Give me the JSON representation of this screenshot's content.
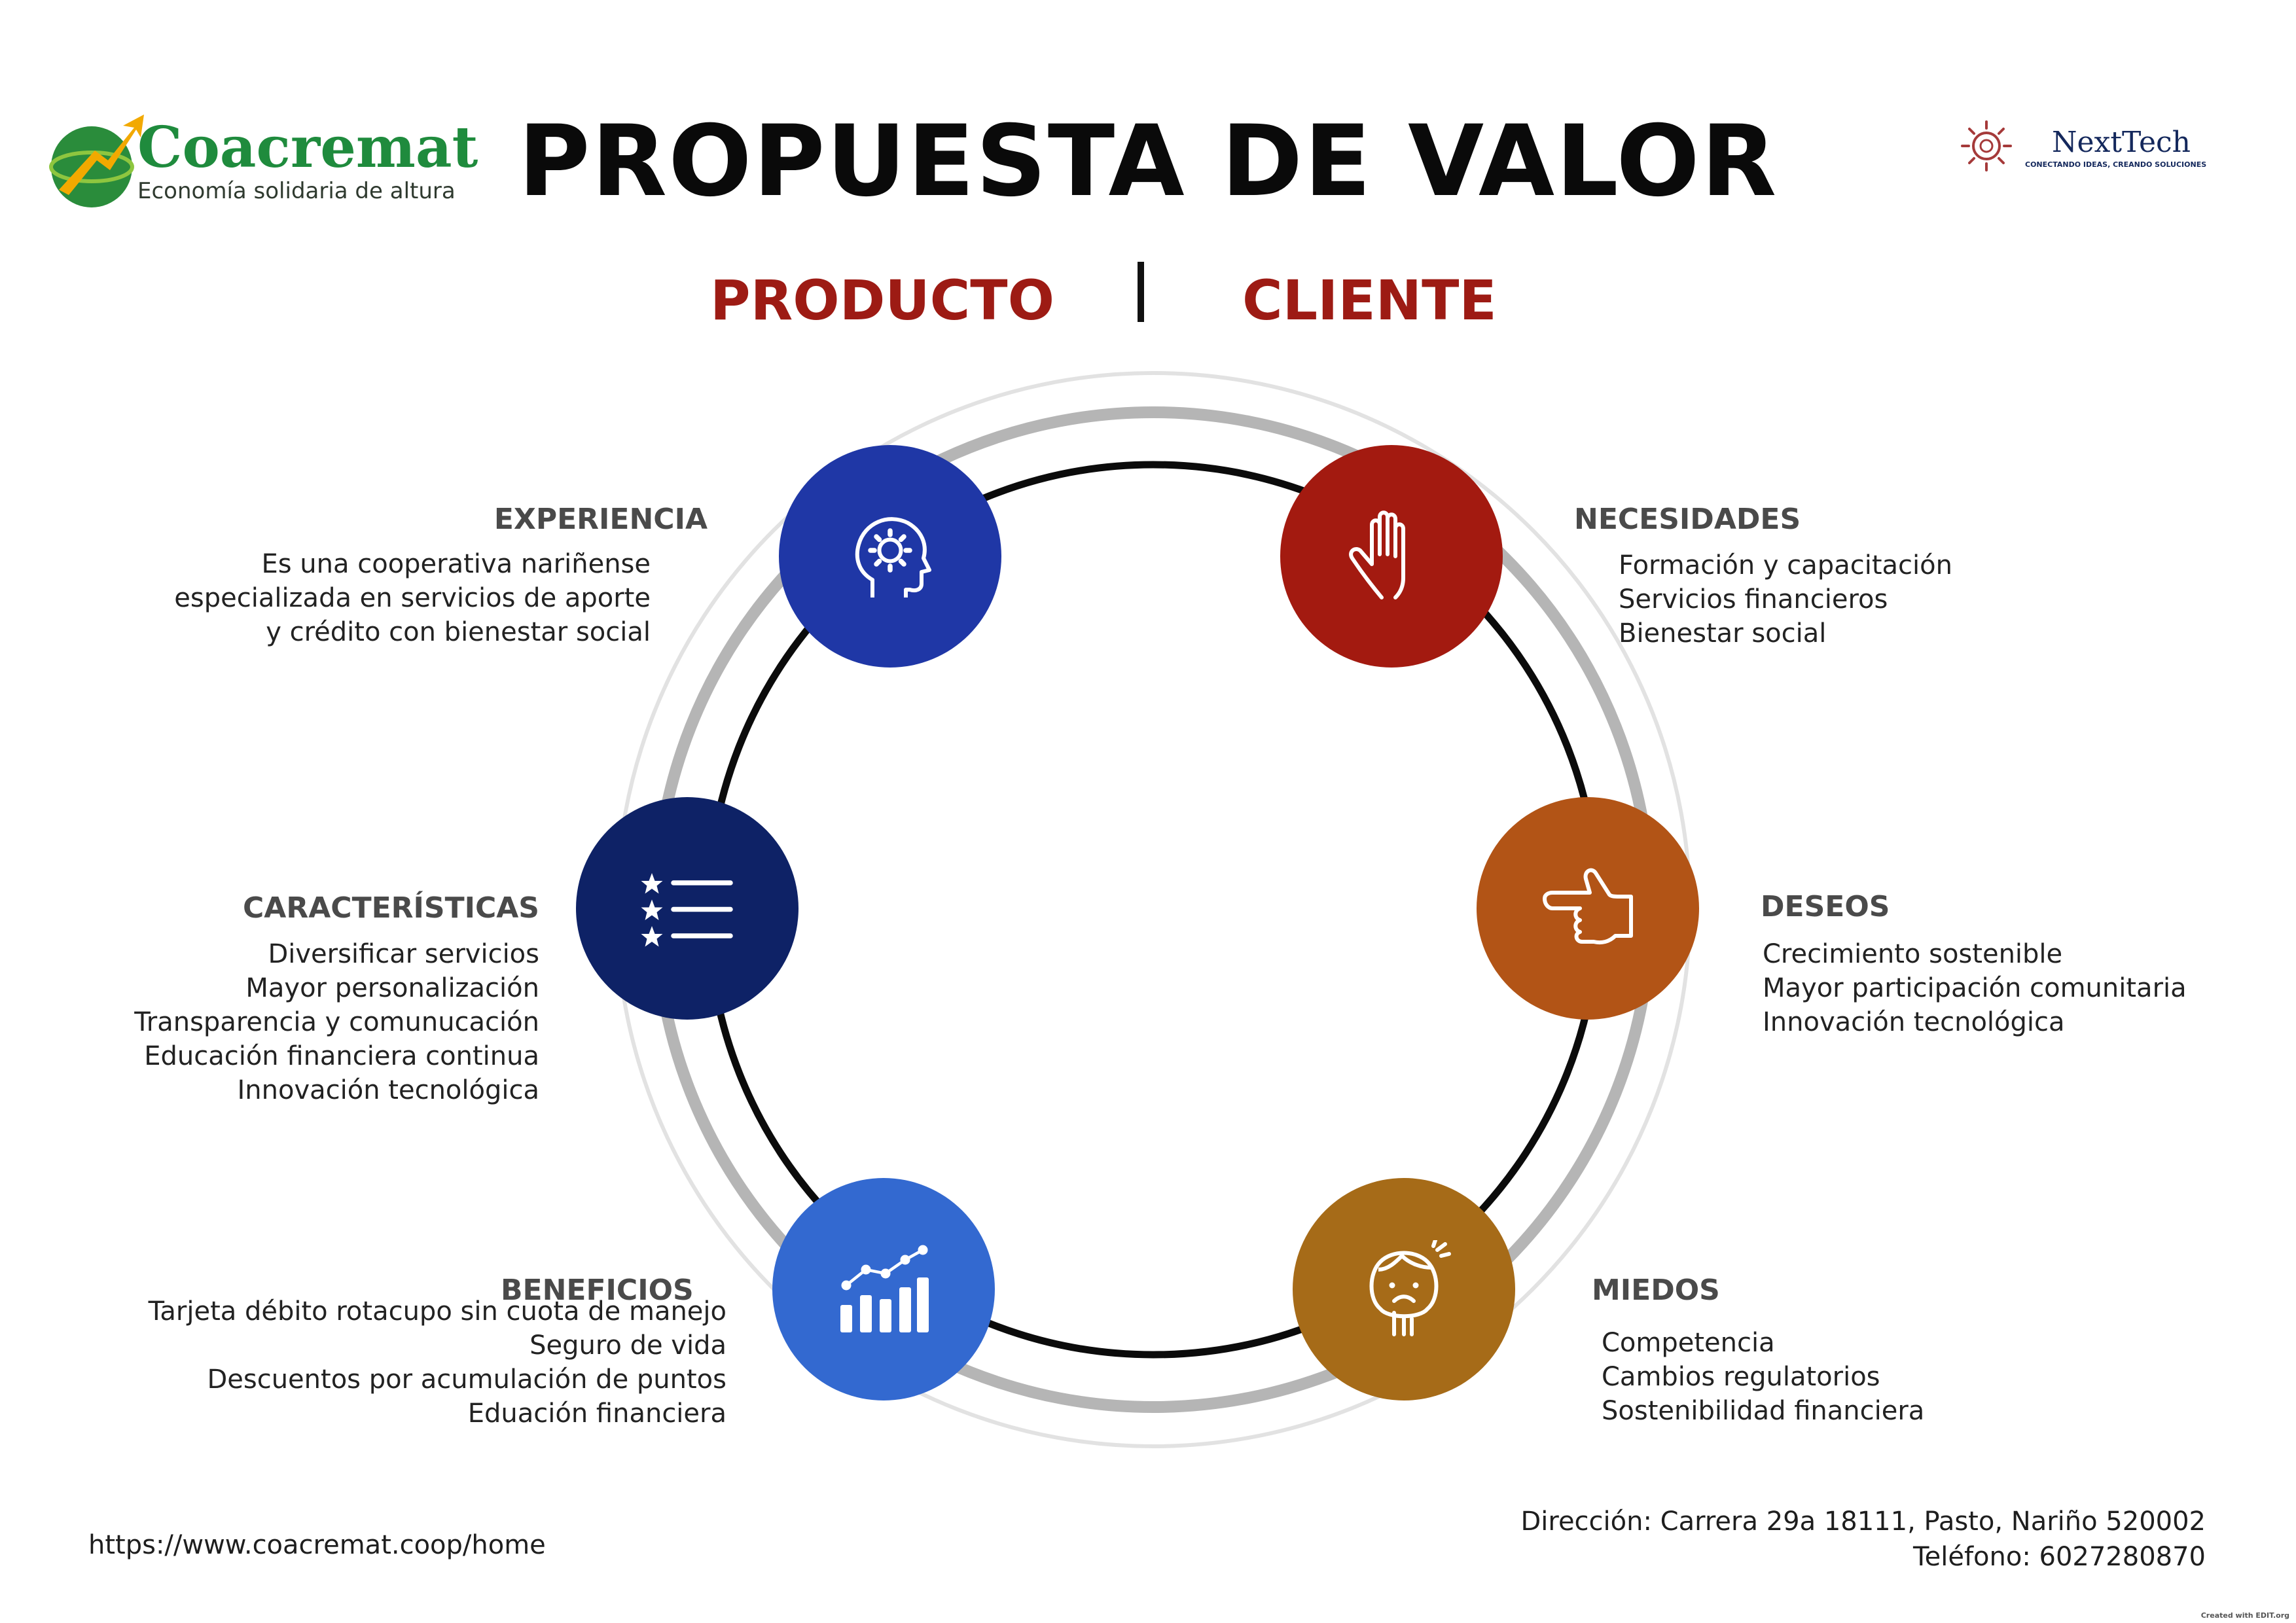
{
  "title": "PROPUESTA DE VALOR",
  "subtitles": {
    "left": "PRODUCTO",
    "right": "CLIENTE"
  },
  "logo_left": {
    "name": "Coacremat",
    "tagline": "Economía solidaria de altura"
  },
  "logo_right": {
    "name": "NextTech",
    "tagline": "CONECTANDO IDEAS, CREANDO SOLUCIONES"
  },
  "colors": {
    "experiencia": "#1f37a6",
    "caracteristicas": "#0e2266",
    "beneficios": "#3369d0",
    "necesidades": "#a31a10",
    "deseos": "#b25416",
    "miedos": "#a66b18",
    "accent": "#9d1b14"
  },
  "sections": {
    "experiencia": {
      "title": "EXPERIENCIA",
      "icon": "head-gear-icon",
      "lines": [
        "Es una cooperativa nariñense",
        "especializada en servicios de aporte",
        "y crédito con bienestar social"
      ]
    },
    "caracteristicas": {
      "title": "CARACTERÍSTICAS",
      "icon": "star-list-icon",
      "lines": [
        "Diversificar servicios",
        "Mayor personalización",
        "Transparencia y comunucación",
        "Educación financiera continua",
        "Innovación tecnológica"
      ]
    },
    "beneficios": {
      "title": "BENEFICIOS",
      "icon": "growth-chart-icon",
      "lines": [
        "Tarjeta débito rotacupo sin cuota de manejo",
        "Seguro de vida ",
        "Descuentos por acumulación de puntos",
        "Eduación financiera"
      ]
    },
    "necesidades": {
      "title": "NECESIDADES",
      "icon": "raised-hand-icon",
      "lines": [
        "Formación y capacitación",
        "Servicios financieros",
        "Bienestar social"
      ]
    },
    "deseos": {
      "title": "DESEOS",
      "icon": "pointing-hand-icon",
      "lines": [
        "Crecimiento sostenible",
        "Mayor participación comunitaria",
        "Innovación tecnológica"
      ]
    },
    "miedos": {
      "title": "MIEDOS",
      "icon": "worried-face-icon",
      "lines": [
        "Competencia",
        "Cambios regulatorios",
        "Sostenibilidad financiera"
      ]
    }
  },
  "footer": {
    "url": "https://www.coacremat.coop/home",
    "address": "Dirección: Carrera 29a 18111, Pasto, Nariño 520002",
    "phone": "Teléfono: 6027280870",
    "credit": "Created with EDIT.org"
  }
}
